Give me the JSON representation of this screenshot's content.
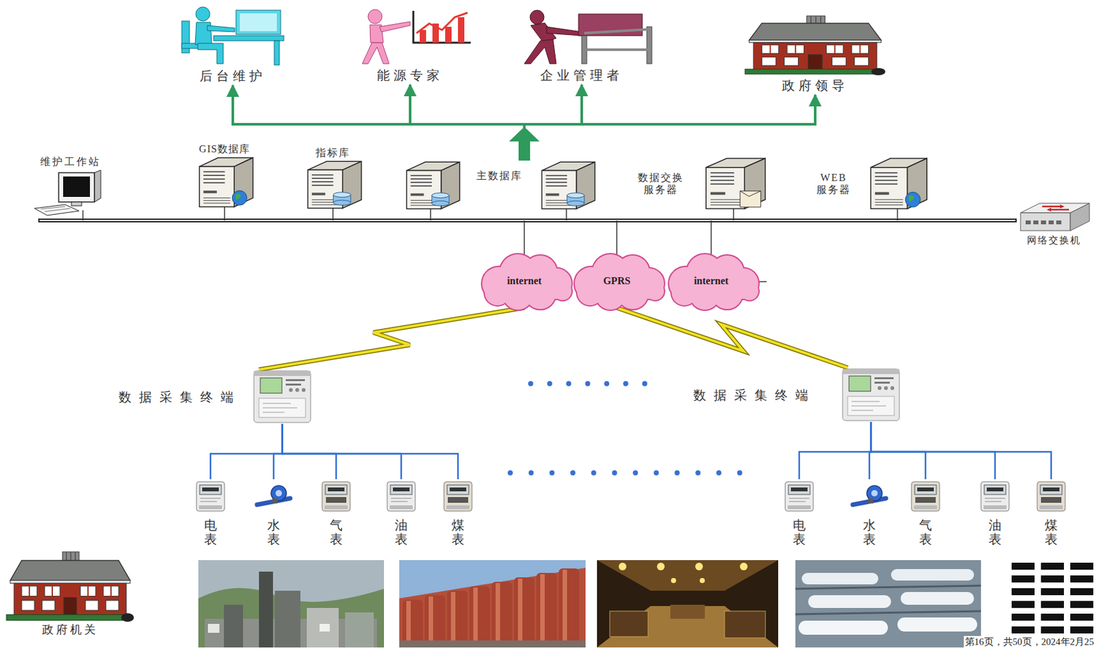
{
  "diagram": {
    "nodes": [
      {
        "text": [
          "后台维护"
        ]
      },
      {
        "text": [
          "能源专家"
        ]
      },
      {
        "text": [
          "企业管理者"
        ]
      },
      {
        "text": [
          "政府领导"
        ]
      },
      {
        "text": [
          "维护工作站"
        ]
      },
      {
        "text": [
          "GIS数据库"
        ]
      },
      {
        "text": [
          "指标库"
        ]
      },
      {
        "text": [
          "主数据库"
        ]
      },
      {
        "text": [
          "数据交换 服务器"
        ]
      },
      {
        "text": [
          "WEB 服务器"
        ]
      },
      {
        "text": [
          "网络交换机"
        ]
      },
      {
        "text": [
          "internet"
        ]
      },
      {
        "text": [
          "GPRS"
        ]
      },
      {
        "text": [
          "internet"
        ]
      },
      {
        "text": [
          "数据采集终端"
        ]
      },
      {
        "text": [
          "数据采集终端"
        ]
      },
      {
        "text": [
          "电表"
        ]
      },
      {
        "text": [
          "水表"
        ]
      },
      {
        "text": [
          "气表"
        ]
      },
      {
        "text": [
          "油表"
        ]
      },
      {
        "text": [
          "煤表"
        ]
      },
      {
        "text": [
          "电表"
        ]
      },
      {
        "text": [
          "水表"
        ]
      },
      {
        "text": [
          "气表"
        ]
      },
      {
        "text": [
          "油表"
        ]
      },
      {
        "text": [
          "煤表"
        ]
      },
      {
        "text": [
          "政府机关"
        ]
      }
    ],
    "edges": [
      {
        "from": 7,
        "to": 0,
        "arrow": "to"
      },
      {
        "from": 7,
        "to": 1,
        "arrow": "to"
      },
      {
        "from": 7,
        "to": 2,
        "arrow": "to"
      },
      {
        "from": 7,
        "to": 3,
        "arrow": "to"
      },
      {
        "from": 11,
        "to": 14,
        "arrow": "none"
      },
      {
        "from": 12,
        "to": 15,
        "arrow": "none"
      },
      {
        "from": 14,
        "to": 16,
        "arrow": "none"
      },
      {
        "from": 14,
        "to": 17,
        "arrow": "none"
      },
      {
        "from": 14,
        "to": 18,
        "arrow": "none"
      },
      {
        "from": 14,
        "to": 19,
        "arrow": "none"
      },
      {
        "from": 14,
        "to": 20,
        "arrow": "none"
      },
      {
        "from": 15,
        "to": 21,
        "arrow": "none"
      },
      {
        "from": 15,
        "to": 22,
        "arrow": "none"
      },
      {
        "from": 15,
        "to": 23,
        "arrow": "none"
      },
      {
        "from": 15,
        "to": 24,
        "arrow": "none"
      },
      {
        "from": 15,
        "to": 25,
        "arrow": "none"
      }
    ],
    "labels": [
      "第16页，共50页，2024年2月25"
    ]
  }
}
